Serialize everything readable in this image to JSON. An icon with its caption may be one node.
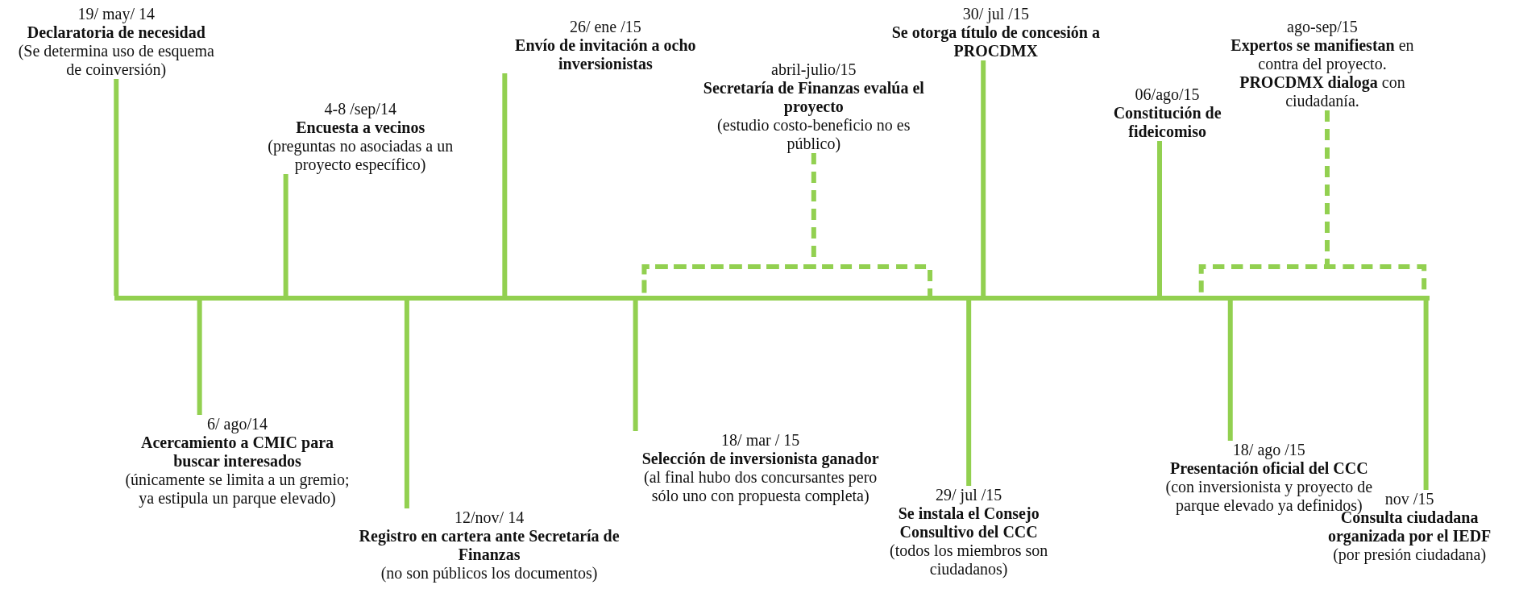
{
  "diagram": {
    "nodes": [
      {
        "text": [],
        "shape": "bar"
      },
      {
        "text": [
          "19/ may/ 14",
          "Declaratoria de necesidad",
          "(Se determina uso de esquema de coinversión)"
        ]
      },
      {
        "text": [
          "6/ ago/14",
          "Acercamiento a CMIC para buscar interesados",
          "(únicamente se limita a un gremio; ya estipula un parque elevado)"
        ]
      },
      {
        "text": [
          "4-8 /sep/14",
          "Encuesta a vecinos",
          "(preguntas no asociadas a un proyecto específico)"
        ]
      },
      {
        "text": [
          "12/nov/ 14",
          "Registro en cartera ante Secretaría de Finanzas",
          "(no son públicos los documentos)"
        ]
      },
      {
        "text": [
          "26/ ene /15",
          "Envío de invitación a ocho inversionistas"
        ]
      },
      {
        "text": [
          "18/ mar / 15",
          "Selección de inversionista ganador",
          "(al final hubo dos concursantes pero sólo uno con propuesta completa)"
        ]
      },
      {
        "text": [
          "abril-julio/15",
          "Secretaría de Finanzas evalúa el proyecto",
          "(estudio costo-beneficio no es público)"
        ]
      },
      {
        "text": [
          "29/ jul /15",
          "Se instala el Consejo Consultivo del CCC",
          "(todos los miembros son ciudadanos)"
        ]
      },
      {
        "text": [
          "30/ jul /15",
          "Se otorga título de concesión a PROCDMX"
        ]
      },
      {
        "text": [
          "06/ago/15",
          "Constitución de fideicomiso"
        ]
      },
      {
        "text": [
          "18/ ago /15",
          "Presentación oficial del CCC",
          "(con inversionista y proyecto de parque elevado ya definidos)"
        ]
      },
      {
        "text": [
          "ago-sep/15",
          "**Expertos se manifiestan** en contra del proyecto. **PROCDMX dialoga** con ciudadanía."
        ]
      },
      {
        "text": [
          "nov /15",
          "Consulta ciudadana organizada por el IEDF",
          "(por presión ciudadana)"
        ]
      }
    ],
    "edges": [
      {
        "from": 1,
        "to": 0,
        "arrow": "none"
      },
      {
        "from": 2,
        "to": 0,
        "arrow": "none"
      },
      {
        "from": 3,
        "to": 0,
        "arrow": "none"
      },
      {
        "from": 4,
        "to": 0,
        "arrow": "none"
      },
      {
        "from": 5,
        "to": 0,
        "arrow": "none"
      },
      {
        "from": 6,
        "to": 0,
        "arrow": "none"
      },
      {
        "from": 7,
        "to": 0,
        "arrow": "none",
        "style": "dashed"
      },
      {
        "from": 8,
        "to": 0,
        "arrow": "none"
      },
      {
        "from": 9,
        "to": 0,
        "arrow": "none"
      },
      {
        "from": 10,
        "to": 0,
        "arrow": "none"
      },
      {
        "from": 11,
        "to": 0,
        "arrow": "none"
      },
      {
        "from": 12,
        "to": 0,
        "arrow": "none",
        "style": "dashed"
      },
      {
        "from": 13,
        "to": 0,
        "arrow": "none"
      }
    ]
  }
}
